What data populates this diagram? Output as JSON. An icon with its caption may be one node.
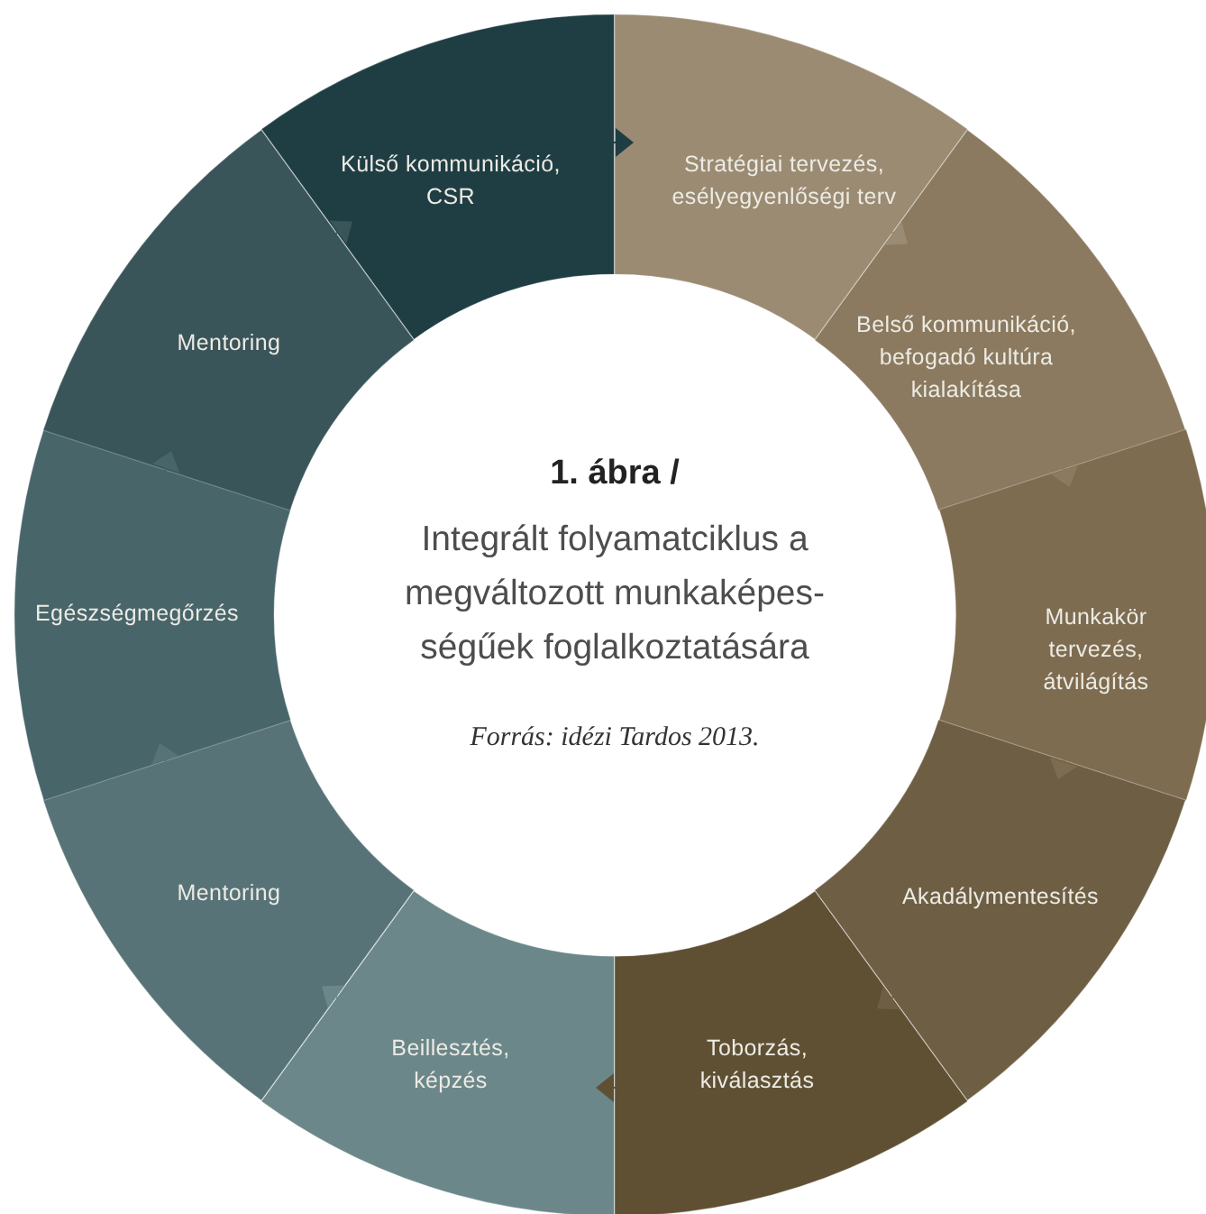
{
  "diagram": {
    "title": "1. ábra /",
    "caption": "Integrált folyamatciklus a megváltozott munkaképes-ségűek foglalkoztatására",
    "nodes": [
      {
        "text": [
          "Külső kommunikáció, CSR"
        ]
      },
      {
        "text": [
          "Stratégiai tervezés, esélyegyenlőségi terv"
        ]
      },
      {
        "text": [
          "Belső kommunikáció, befogadó kultúra kialakítása"
        ]
      },
      {
        "text": [
          "Munkakör tervezés, átvilágítás"
        ]
      },
      {
        "text": [
          "Akadálymentesítés"
        ]
      },
      {
        "text": [
          "Toborzás, kiválasztás"
        ]
      },
      {
        "text": [
          "Beillesztés, képzés"
        ]
      },
      {
        "text": [
          "Mentoring"
        ]
      },
      {
        "text": [
          "Egészségmegőrzés"
        ]
      },
      {
        "text": [
          "Mentoring"
        ]
      }
    ],
    "edges": [
      {
        "from": 0,
        "to": 1,
        "arrow": "to",
        "color": "#1f3e44"
      },
      {
        "from": 1,
        "to": 2,
        "arrow": "to",
        "color": "#9b8b73"
      },
      {
        "from": 2,
        "to": 3,
        "arrow": "to",
        "color": "#8b7a5f"
      },
      {
        "from": 3,
        "to": 4,
        "arrow": "to",
        "color": "#7e6c50"
      },
      {
        "from": 4,
        "to": 5,
        "arrow": "to",
        "color": "#6e5f44"
      },
      {
        "from": 5,
        "to": 6,
        "arrow": "to",
        "color": "#5f5034"
      },
      {
        "from": 6,
        "to": 7,
        "arrow": "to",
        "color": "#6b878a"
      },
      {
        "from": 7,
        "to": 8,
        "arrow": "to",
        "color": "#587377"
      },
      {
        "from": 8,
        "to": 9,
        "arrow": "to",
        "color": "#48656a"
      },
      {
        "from": 9,
        "to": 0,
        "arrow": "to",
        "color": "#3a555a"
      }
    ],
    "labels": [
      "Forrás: idézi Tardos 2013."
    ]
  }
}
